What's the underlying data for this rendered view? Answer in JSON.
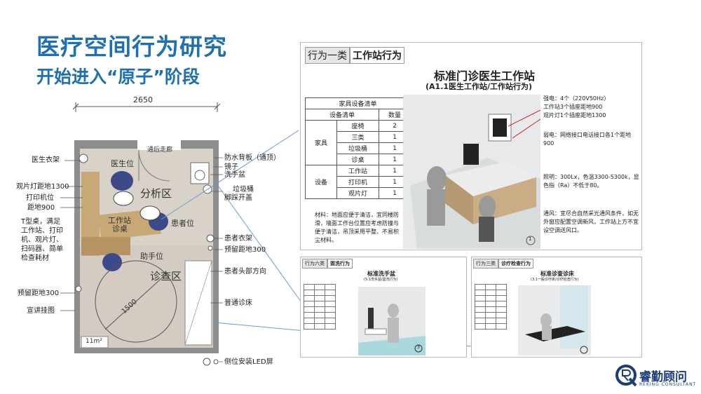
{
  "title": "医疗空间行为研究",
  "subtitle": "开始进入“原子”阶段",
  "floorplan": {
    "dimension": "2650",
    "corridor": "通后走廊",
    "zones": {
      "analysis": "分析区",
      "exam": "诊查区"
    },
    "inner_labels": {
      "doctor_pos": "医生位",
      "workstation": "工作站",
      "desk": "诊桌",
      "patient_pos": "患者位",
      "assistant_pos": "助手位",
      "circle_dim": "1500",
      "area": "11m²"
    },
    "left_labels": {
      "coat_rack": "医生衣架",
      "viewer": "观片灯距地1300",
      "printer": "打印机位",
      "height900": "距地900",
      "tdesk": "T型桌，满足\n工作站、打印\n机、观片灯、\n扫码器、简单\n检查耗材",
      "reserve300": "预留距地300",
      "board": "宣讲挂图"
    },
    "right_labels": {
      "splash": "防水背板（通顶）",
      "mirror": "镜子",
      "sink": "洗手盆",
      "bin": "垃圾桶",
      "pedal": "脚踩开盖",
      "patient_coat": "患者衣架",
      "reserve300": "预留距地300",
      "head_dir": "患者头部方向",
      "bed": "普通诊床",
      "led": "侧位安装LED屏"
    }
  },
  "main_panel": {
    "tag_category": "行为一类",
    "tag_name": "工作站行为",
    "title": "标准门诊医生工作站",
    "subtitle": "(A1.1医生工作站/工作站行为)",
    "table": {
      "header": "家具设备清单",
      "columns": [
        "设备清单",
        "数量"
      ],
      "groups": [
        {
          "group": "家具",
          "rows": [
            [
              "座椅",
              "2"
            ],
            [
              "三类",
              "1"
            ],
            [
              "垃圾桶",
              "1"
            ],
            [
              "诊桌",
              "1"
            ]
          ]
        },
        {
          "group": "设备",
          "rows": [
            [
              "工作站",
              "1"
            ],
            [
              "打印机",
              "1"
            ],
            [
              "观片灯",
              "1"
            ]
          ]
        }
      ]
    },
    "material_note": "材料：地面应便于清洁，宜同楼防滑，墙面工作台位置应考虑防撞与便于清洁，吊顶采用平整、不易积尘材料。",
    "notes": {
      "outlet": "强电：4个（220V50Hz）",
      "outlet2": "工作站3个插座距地900",
      "outlet3": "观片灯1个插座距地1300",
      "weak": "弱电：网络接口电话接口各1个距地900",
      "light": "照明：300Lx，色温3300-5300k，显色指（Ra）不低于80。",
      "vent": "通风：宜尽合自然采光通风条件，如无外窗应配置空调新风，工作站上方不宜设空调送风口。"
    },
    "page_no": "1"
  },
  "panel2": {
    "tag_category": "行为六类",
    "tag_name": "盥洗行为",
    "title": "标准洗手盆",
    "subtitle": "(5.1洗手盆/盥洗行为)",
    "page_no": "3"
  },
  "panel3": {
    "tag_category": "行为三类",
    "tag_name": "诊疗检查行为",
    "title": "标准诊查诊床",
    "subtitle": "(3.1一般诊疗床/诊疗检查行为)"
  },
  "logo": {
    "name": "睿勤顾问",
    "sub": "REKING CONSULTANT"
  },
  "colors": {
    "accent": "#1f6fb3",
    "plan_floor": "#d8cfc4",
    "desk": "#c9a877",
    "chair": "#3d4a8a"
  }
}
